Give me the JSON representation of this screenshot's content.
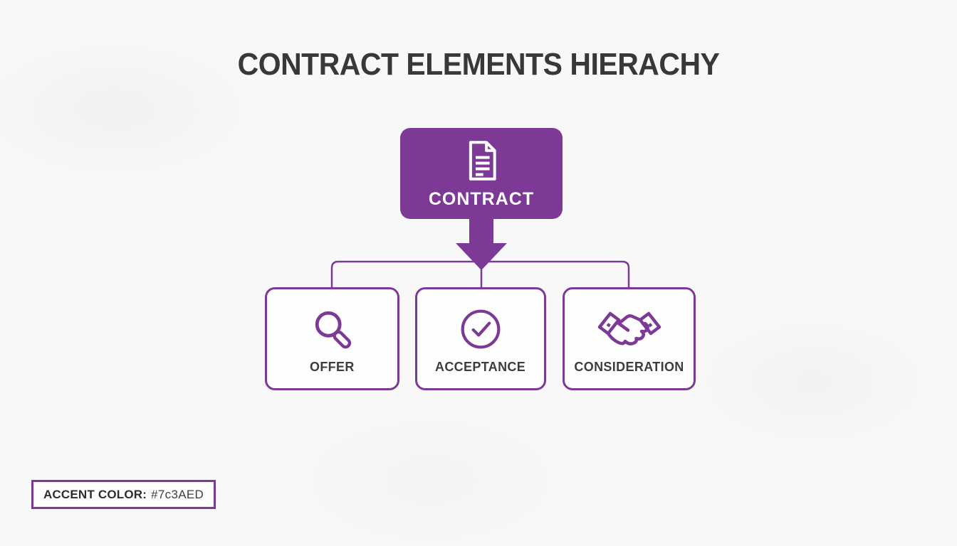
{
  "diagram": {
    "title": "CONTRACT ELEMENTS HIERACHY",
    "root": {
      "label": "CONTRACT",
      "icon": "document-icon"
    },
    "children": [
      {
        "label": "OFFER",
        "icon": "search-magnifier-icon"
      },
      {
        "label": "ACCEPTANCE",
        "icon": "check-circle-icon"
      },
      {
        "label": "CONSIDERATION",
        "icon": "handshake-icon"
      }
    ],
    "accent_note": {
      "label": "ACCENT COLOR:",
      "value": "#7c3AED"
    },
    "colors": {
      "rendered_purple": "#7d3996",
      "title_text": "#383838",
      "label_text": "#3d3d3d",
      "node_background": "#fefefe",
      "root_text": "#ffffff",
      "page_background": "#f8f8f9"
    }
  }
}
